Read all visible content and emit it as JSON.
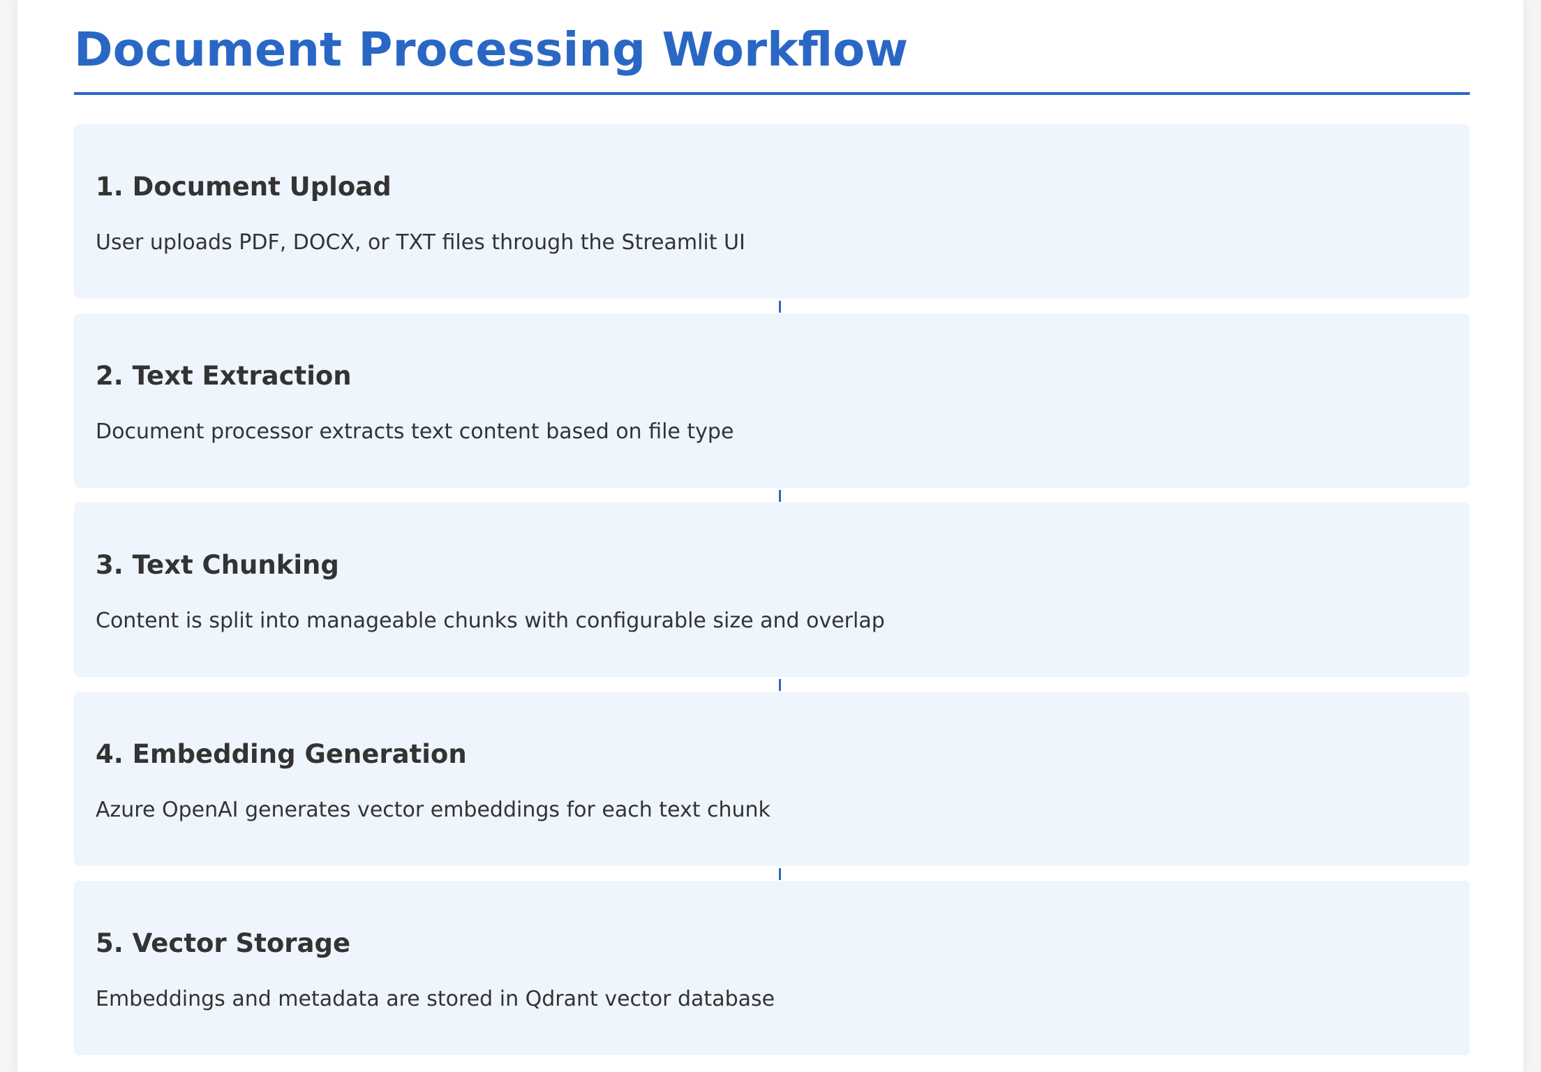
{
  "title": "Document Processing Workflow",
  "colors": {
    "accent": "#2a67c5",
    "card_background": "#eef5fd",
    "text": "#333333"
  },
  "steps": [
    {
      "heading": "1. Document Upload",
      "description": "User uploads PDF, DOCX, or TXT files through the Streamlit UI"
    },
    {
      "heading": "2. Text Extraction",
      "description": "Document processor extracts text content based on file type"
    },
    {
      "heading": "3. Text Chunking",
      "description": "Content is split into manageable chunks with configurable size and overlap"
    },
    {
      "heading": "4. Embedding Generation",
      "description": "Azure OpenAI generates vector embeddings for each text chunk"
    },
    {
      "heading": "5. Vector Storage",
      "description": "Embeddings and metadata are stored in Qdrant vector database"
    }
  ]
}
